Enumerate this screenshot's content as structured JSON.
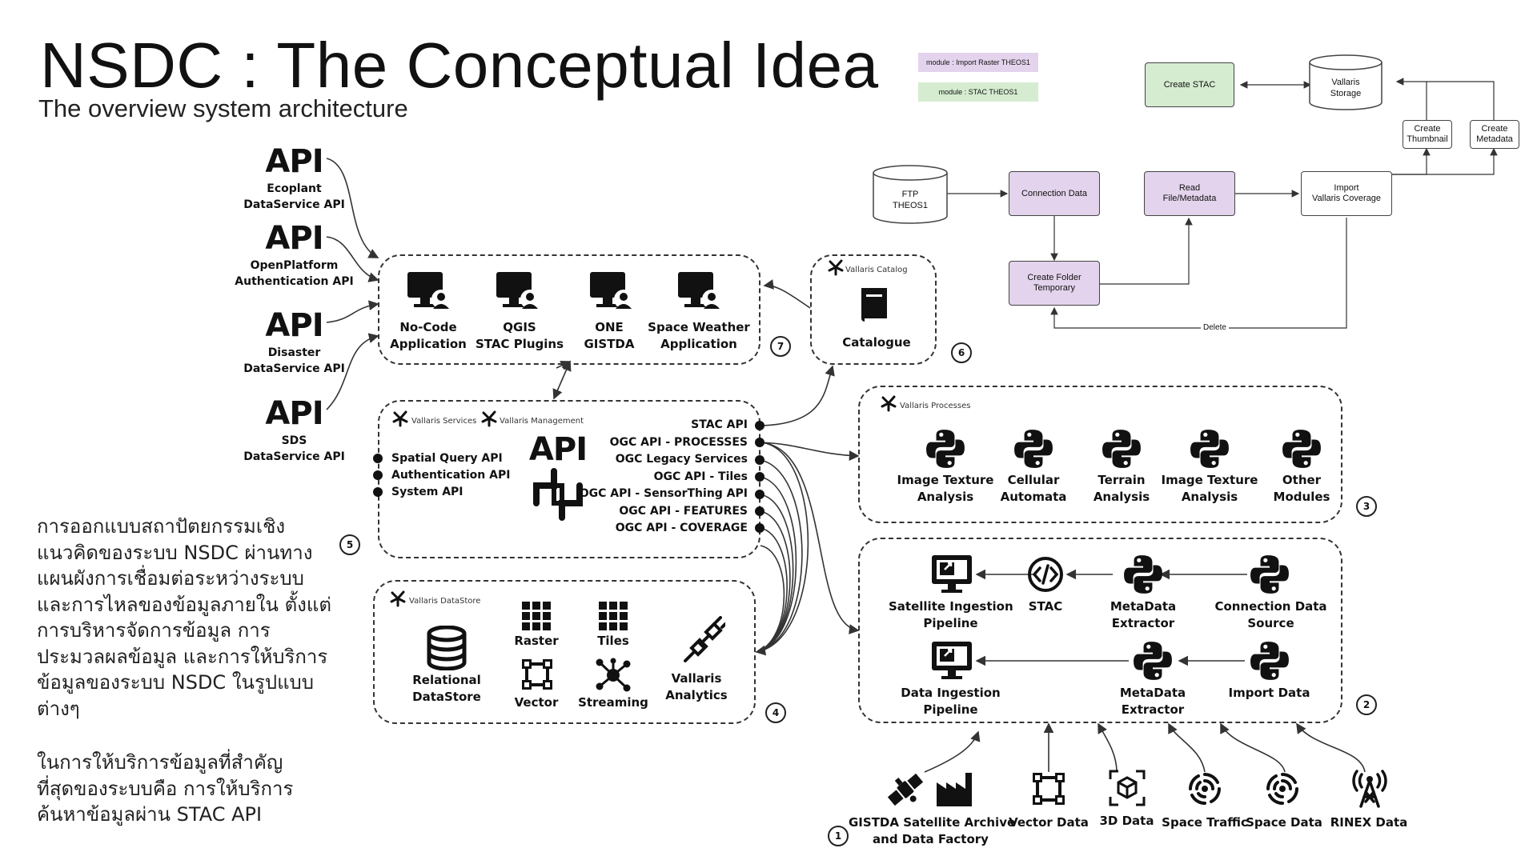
{
  "title": "NSDC : The Conceptual Idea",
  "subtitle": "The overview system architecture",
  "description": {
    "paragraph1": "การออกแบบสถาปัตยกรรมเชิงแนวคิดของระบบ NSDC ผ่านทางแผนผังการเชื่อมต่อระหว่างระบบและการไหลของข้อมูลภายใน ตั้งแต่การบริหารจัดการข้อมูล การประมวลผลข้อมูล และการให้บริการข้อมูลของระบบ NSDC ในรูปแบบต่างๆ",
    "paragraph2": "ในการให้บริการข้อมูลที่สำคัญที่สุดของระบบคือ การให้บริการค้นหาข้อมูลผ่าน STAC API"
  },
  "external_apis": [
    {
      "word": "API",
      "line1": "Ecoplant",
      "line2": "DataService API"
    },
    {
      "word": "API",
      "line1": "OpenPlatform",
      "line2": "Authentication API"
    },
    {
      "word": "API",
      "line1": "Disaster",
      "line2": "DataService API"
    },
    {
      "word": "API",
      "line1": "SDS",
      "line2": "DataService API"
    }
  ],
  "applications": {
    "number": "7",
    "items": [
      {
        "line1": "No-Code",
        "line2": "Application"
      },
      {
        "line1": "QGIS",
        "line2": "STAC Plugins"
      },
      {
        "line1": "ONE",
        "line2": "GISTDA"
      },
      {
        "line1": "Space Weather",
        "line2": "Application"
      }
    ]
  },
  "catalog": {
    "number": "6",
    "brand": "Vallaris Catalog",
    "label": "Catalogue"
  },
  "services": {
    "number": "5",
    "brand1": "Vallaris Services",
    "brand2": "Vallaris Management",
    "api_word": "API",
    "left_items": [
      "Spatial Query API",
      "Authentication API",
      "System API"
    ],
    "right_items": [
      "STAC API",
      "OGC API - PROCESSES",
      "OGC Legacy Services",
      "OGC API - Tiles",
      "OGC API - SensorThing API",
      "OGC API - FEATURES",
      "OGC API - COVERAGE"
    ]
  },
  "datastore": {
    "number": "4",
    "brand": "Vallaris DataStore",
    "relational": {
      "line1": "Relational",
      "line2": "DataStore"
    },
    "raster": "Raster",
    "tiles": "Tiles",
    "vector": "Vector",
    "streaming": "Streaming",
    "analytics": {
      "line1": "Vallaris",
      "line2": "Analytics"
    }
  },
  "processes": {
    "number": "3",
    "brand": "Vallaris Processes",
    "items": [
      {
        "line1": "Image Texture",
        "line2": "Analysis"
      },
      {
        "line1": "Cellular",
        "line2": "Automata"
      },
      {
        "line1": "Terrain",
        "line2": "Analysis"
      },
      {
        "line1": "Image Texture",
        "line2": "Analysis"
      },
      {
        "line1": "Other",
        "line2": "Modules"
      }
    ]
  },
  "ingestion": {
    "number": "2",
    "row1": {
      "pipeline": {
        "line1": "Satellite Ingestion",
        "line2": "Pipeline"
      },
      "stac": "STAC",
      "extractor": {
        "line1": "MetaData",
        "line2": "Extractor"
      },
      "source": {
        "line1": "Connection Data",
        "line2": "Source"
      }
    },
    "row2": {
      "pipeline": {
        "line1": "Data Ingestion",
        "line2": "Pipeline"
      },
      "extractor": {
        "line1": "MetaData",
        "line2": "Extractor"
      },
      "import": "Import Data"
    }
  },
  "sources": {
    "number": "1",
    "items": [
      {
        "line1": "GISTDA Satellite Archive",
        "line2": "and Data Factory"
      },
      {
        "line1": "Vector Data",
        "line2": ""
      },
      {
        "line1": "3D Data",
        "line2": ""
      },
      {
        "line1": "Space Traffic",
        "line2": ""
      },
      {
        "line1": "Space Data",
        "line2": ""
      },
      {
        "line1": "RINEX Data",
        "line2": ""
      }
    ]
  },
  "flowchart": {
    "legend": [
      "module : Import Raster THEOS1",
      "module : STAC THEOS1"
    ],
    "create_stac": "Create STAC",
    "vallaris_storage": {
      "line1": "Vallaris",
      "line2": "Storage"
    },
    "create_thumbnail": {
      "line1": "Create",
      "line2": "Thumbnail"
    },
    "create_metadata": {
      "line1": "Create",
      "line2": "Metadata"
    },
    "ftp": {
      "line1": "FTP",
      "line2": "THEOS1"
    },
    "connection_data": "Connection Data",
    "read_file": {
      "line1": "Read",
      "line2": "File/Metadata"
    },
    "import_coverage": {
      "line1": "Import",
      "line2": "Vallaris Coverage"
    },
    "create_folder": {
      "line1": "Create Folder",
      "line2": "Temporary"
    },
    "delete_label": "Delete"
  },
  "colors": {
    "green_box": "#d5ecd0",
    "purple_box": "#e3d3ec",
    "line": "#333333"
  }
}
